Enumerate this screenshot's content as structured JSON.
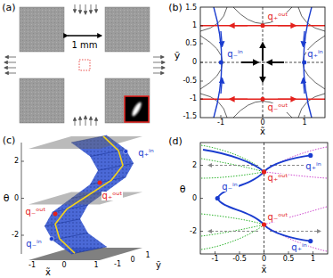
{
  "diagram": {
    "labels": [
      "(a)",
      "1 mm",
      "(b)",
      "1.5",
      "1",
      "0.5",
      "0",
      "-0.5",
      "-1",
      "-1.5",
      "ỹ",
      "-1",
      "0",
      "1",
      "x̃",
      "q₊ᵒᵘᵗ",
      "q₋ᵒᵘᵗ",
      "q₋ⁱⁿ",
      "q₊ⁱⁿ",
      "(c)",
      "θ",
      "2",
      "0",
      "-2",
      "-1",
      "0",
      "1",
      "x̃",
      "-1",
      "0",
      "1",
      "ỹ",
      "q₊ⁱⁿ",
      "q₊ᵒᵘᵗ",
      "q₋ᵒᵘᵗ",
      "q₋ⁱⁿ",
      "(d)",
      "2",
      "0",
      "-2",
      "θ",
      "-1",
      "-0.5",
      "0",
      "0.5",
      "1",
      "x̃",
      "q₊ⁱⁿ",
      "q₋ⁱⁿ",
      "q₊ᵒᵘᵗ",
      "q₋ᵒᵘᵗ",
      "q₊ⁱⁿ"
    ]
  }
}
